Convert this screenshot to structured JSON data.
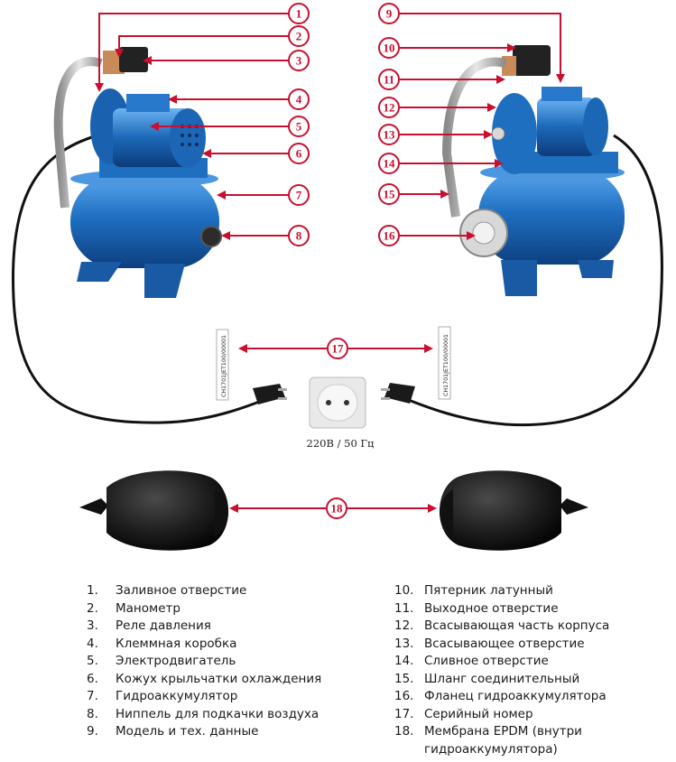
{
  "callouts": [
    "1",
    "2",
    "3",
    "4",
    "5",
    "6",
    "7",
    "8",
    "9",
    "10",
    "11",
    "12",
    "13",
    "14",
    "15",
    "16",
    "17",
    "18"
  ],
  "serial_label": "CH1701JET100/00001",
  "voltage_label": "220В / 50 Гц",
  "legend": [
    {
      "num": "1.",
      "text": "Заливное отверстие"
    },
    {
      "num": "2.",
      "text": "Манометр"
    },
    {
      "num": "3.",
      "text": "Реле давления"
    },
    {
      "num": "4.",
      "text": "Клеммная коробка"
    },
    {
      "num": "5.",
      "text": "Электродвигатель"
    },
    {
      "num": "6.",
      "text": "Кожух крыльчатки охлаждения"
    },
    {
      "num": "7.",
      "text": "Гидроаккумулятор"
    },
    {
      "num": "8.",
      "text": "Ниппель для подкачки воздуха"
    },
    {
      "num": "9.",
      "text": "Модель и тех. данные"
    },
    {
      "num": "10.",
      "text": "Пятерник латунный"
    },
    {
      "num": "11.",
      "text": "Выходное отверстие"
    },
    {
      "num": "12.",
      "text": "Всасывающая часть корпуса"
    },
    {
      "num": "13.",
      "text": "Всасывающее отверстие"
    },
    {
      "num": "14.",
      "text": "Сливное отверстие"
    },
    {
      "num": "15.",
      "text": "Шланг соединительный"
    },
    {
      "num": "16.",
      "text": "Фланец гидроаккумулятора"
    },
    {
      "num": "17.",
      "text": "Серийный номер"
    },
    {
      "num": "18.",
      "text": "Мембрана EPDM (внутри гидроаккумулятора)"
    }
  ],
  "colors": {
    "accent": "#c8102e",
    "pump_blue": "#1f6fc1",
    "membrane": "#1a1a1a"
  }
}
